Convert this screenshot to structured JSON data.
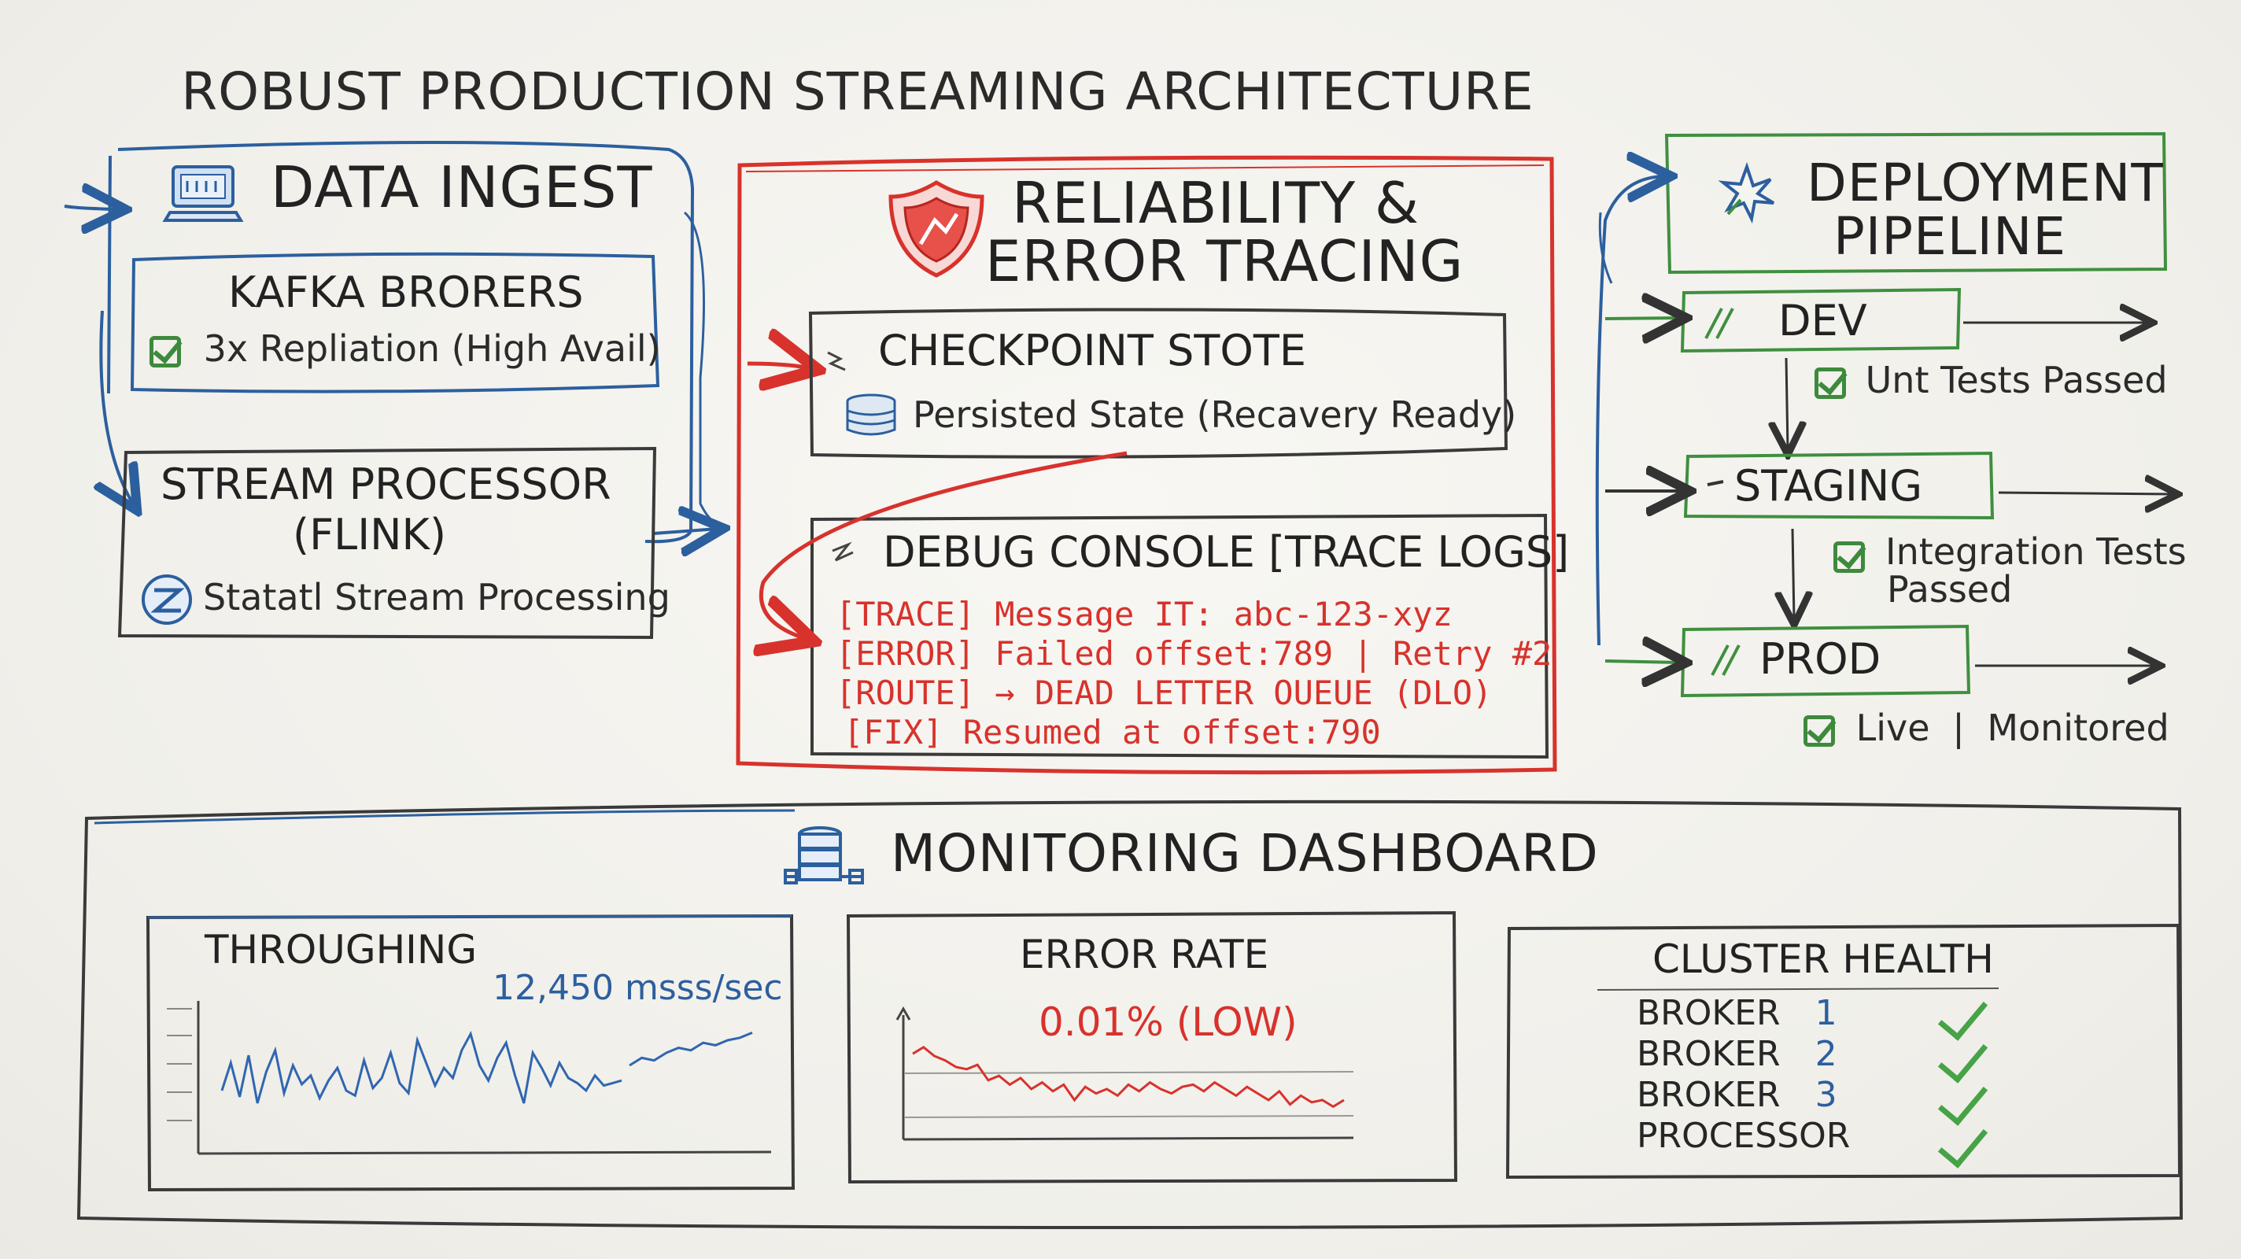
{
  "title": "ROBUST PRODUCTION STREAMING ARCHITECTURE",
  "data_ingest": {
    "title": "DATA INGEST",
    "kafka": {
      "title": "KAFKA BRORERS",
      "detail": "3x Repliation (High Avail)"
    },
    "stream": {
      "title_line1": "STREAM PROCESSOR",
      "title_line2": "(FLINK)",
      "detail": "Statatl Stream Processing"
    }
  },
  "reliability": {
    "title_line1": "RELIABILITY &",
    "title_line2": "ERROR TRACING",
    "checkpoint": {
      "title": "CHECKPOINT STOTE",
      "detail": "Persisted State (Recavery Ready)"
    },
    "debug": {
      "title": "DEBUG CONSOLE [TRACE LOGS]",
      "logs": [
        "[TRACE] Message IT: abc-123-xyz",
        "[ERROR] Failed offset:789 | Retry #2",
        "[ROUTE] → DEAD LETTER OUEUE (DLO)",
        "[FIX] Resumed at offset:790"
      ]
    }
  },
  "deployment": {
    "title_line1": "DEPLOYMENT",
    "title_line2": "PIPELINE",
    "stages": [
      {
        "label": "DEV",
        "status_line1": "Unt Tests Passed",
        "status_line2": ""
      },
      {
        "label": "STAGING",
        "status_line1": "Integration Tests",
        "status_line2": "Passed"
      },
      {
        "label": "PROD",
        "status_line1": "Live",
        "status_line2": "Monitored"
      }
    ]
  },
  "monitoring": {
    "title": "MONITORING DASHBOARD",
    "throughput": {
      "title": "THROUGHING",
      "value": "12,450 msss/sec"
    },
    "error_rate": {
      "title": "ERROR RATE",
      "value": "0.01% (LOW)"
    },
    "cluster": {
      "title": "CLUSTER HEALTH",
      "items": [
        {
          "label": "BROKER",
          "num": "1"
        },
        {
          "label": "BROKER",
          "num": "2"
        },
        {
          "label": "BROKER",
          "num": "3"
        },
        {
          "label": "PROCESSOR",
          "num": ""
        }
      ]
    }
  },
  "colors": {
    "blue": "#2c5f9e",
    "red": "#d8322c",
    "green": "#3f8f3f",
    "ink": "#2a2a2a"
  },
  "chart_data": [
    {
      "type": "line",
      "title": "THROUGHING",
      "series": [
        {
          "values": [
            40,
            62,
            35,
            68,
            30,
            55,
            72,
            38,
            60,
            45,
            52,
            34,
            48,
            58,
            40,
            36,
            64,
            42,
            50,
            70,
            46,
            38,
            80,
            62,
            44,
            58,
            50,
            72,
            85,
            60,
            48,
            66,
            78,
            52,
            30,
            70,
            58,
            44,
            62,
            50,
            46,
            40,
            52,
            44,
            46,
            48
          ]
        },
        {
          "values": [
            60,
            66,
            64,
            70,
            74,
            72,
            78,
            76,
            80,
            82,
            86
          ]
        }
      ]
    },
    {
      "type": "line",
      "title": "ERROR RATE",
      "series": [
        {
          "values": [
            72,
            78,
            70,
            66,
            60,
            58,
            62,
            48,
            52,
            44,
            50,
            40,
            46,
            38,
            44,
            30,
            42,
            36,
            40,
            34,
            44,
            38,
            46,
            40,
            36,
            42,
            44,
            38,
            46,
            40,
            34,
            42,
            36,
            30,
            38,
            26,
            34,
            28,
            30,
            24,
            30
          ]
        }
      ]
    }
  ]
}
